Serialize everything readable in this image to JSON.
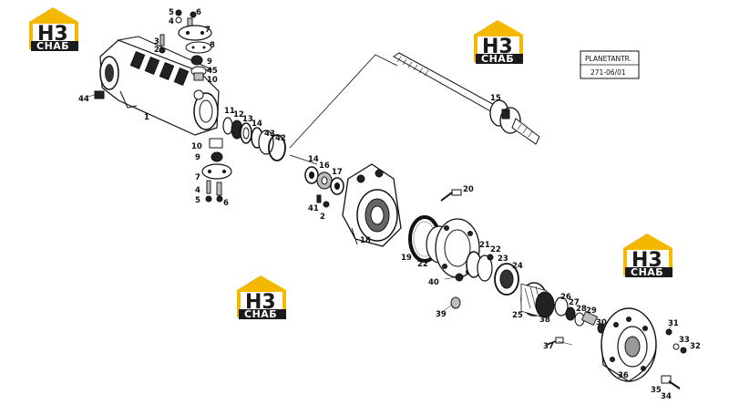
{
  "logo": {
    "main": "H3",
    "sub": "СНАБ"
  },
  "stamp": {
    "line1": "PLANETANTR.",
    "line2": "271-06/01"
  },
  "part_labels": {
    "n1": "1",
    "n2a": "2",
    "n2b": "2",
    "n3a": "3",
    "n4a": "4",
    "n4b": "4",
    "n5a": "5",
    "n5b": "5",
    "n6a": "6",
    "n6b": "6",
    "n7a": "7",
    "n7b": "7",
    "n8": "8",
    "n9a": "9",
    "n9b": "9",
    "n10a": "10",
    "n10b": "10",
    "n11": "11",
    "n12": "12",
    "n13": "13",
    "n14a": "14",
    "n14b": "14",
    "n15": "15",
    "n16": "16",
    "n17": "17",
    "n18": "18",
    "n19": "19",
    "n20": "20",
    "n21": "21",
    "n22a": "22",
    "n22b": "22",
    "n23": "23",
    "n24": "24",
    "n25": "25",
    "n26": "26",
    "n27": "27",
    "n28": "28",
    "n29": "29",
    "n30": "30",
    "n31": "31",
    "n32": "32",
    "n33": "33",
    "n34": "34",
    "n35": "35",
    "n36": "36",
    "n37": "37",
    "n38": "38",
    "n39": "39",
    "n40": "40",
    "n41": "41",
    "n42": "42",
    "n43": "43",
    "n44": "44",
    "n45": "45"
  },
  "colors": {
    "logo_yellow": "#f5b800",
    "logo_dark": "#1a1a1a",
    "ink": "#111111"
  }
}
